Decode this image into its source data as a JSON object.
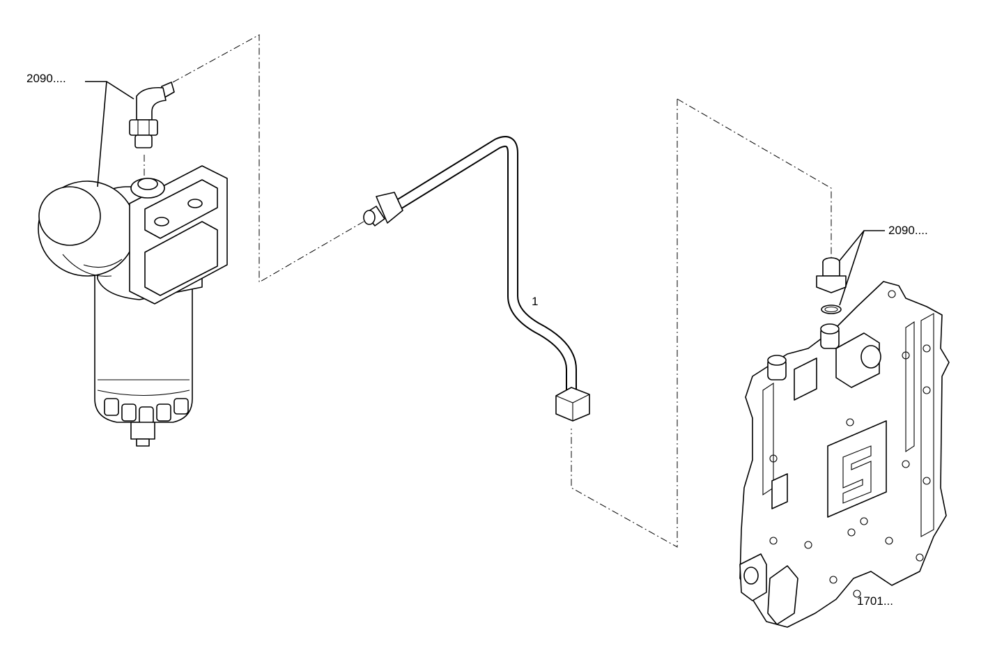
{
  "labels": {
    "filter_fitting": "2090....",
    "plate_fitting": "2090....",
    "pipe": "1",
    "plate": "1701..."
  }
}
